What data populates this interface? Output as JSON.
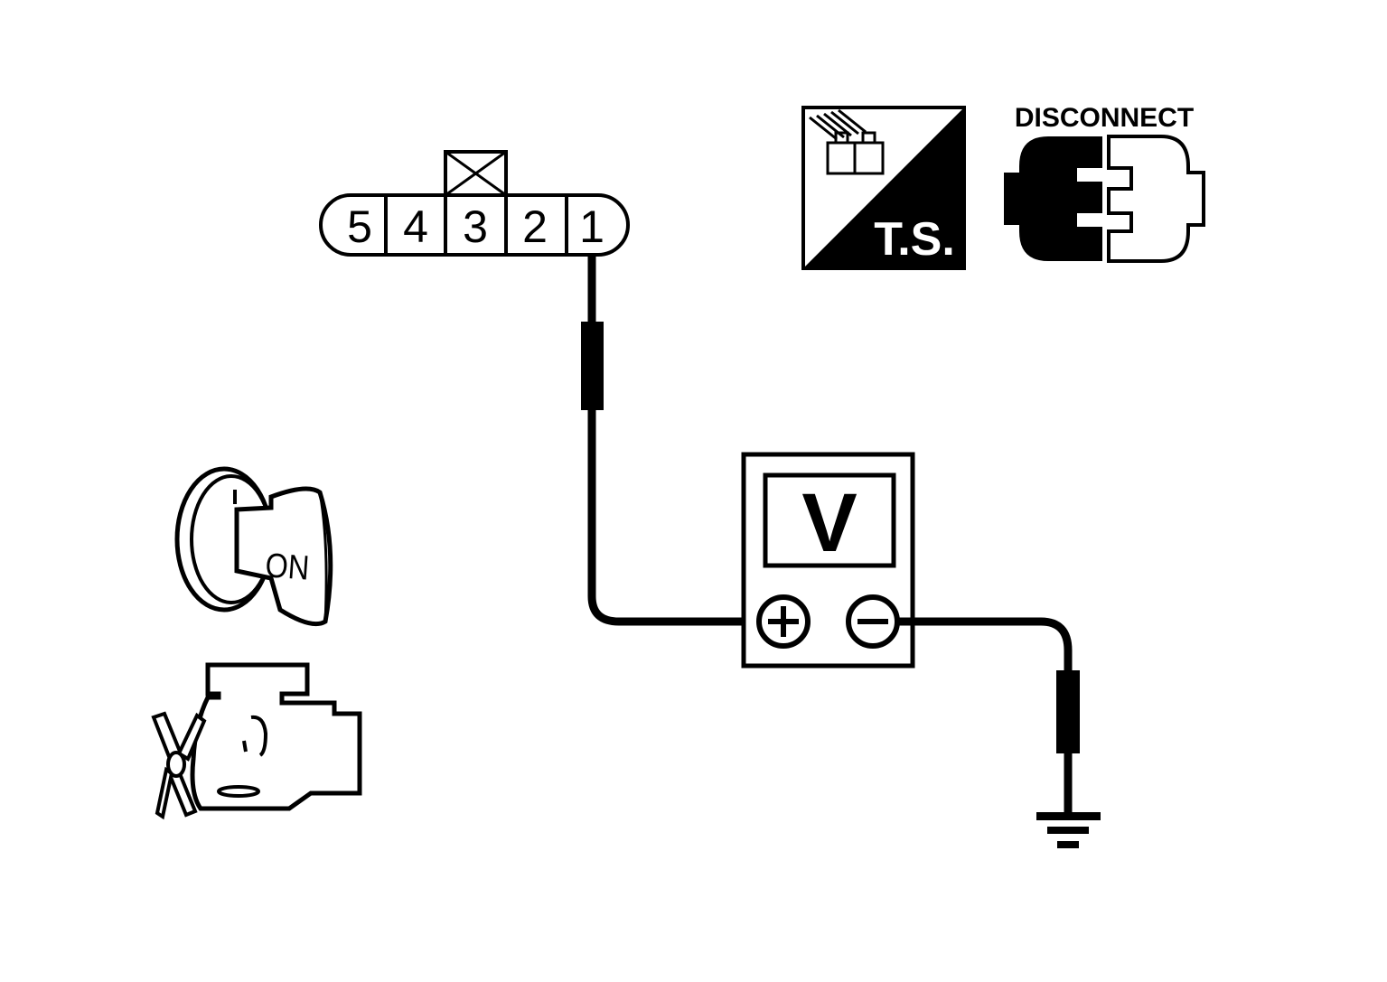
{
  "connector": {
    "pins": [
      "5",
      "4",
      "3",
      "2",
      "1"
    ],
    "unused_pin": "3",
    "probe_pin": "1"
  },
  "test_symbol": {
    "label": "T.S."
  },
  "disconnect": {
    "label": "DISCONNECT"
  },
  "ignition": {
    "label": "ON"
  },
  "voltmeter": {
    "label": "V",
    "positive_symbol": "+",
    "negative_symbol": "−"
  },
  "colors": {
    "ink": "#000000",
    "paper": "#ffffff"
  },
  "icons": {
    "connector": "harness-connector-icon",
    "test_symbol": "ts-connector-icon",
    "disconnect": "disconnect-icon",
    "ignition": "ignition-key-icon",
    "engine": "engine-icon",
    "ground": "ground-icon"
  }
}
